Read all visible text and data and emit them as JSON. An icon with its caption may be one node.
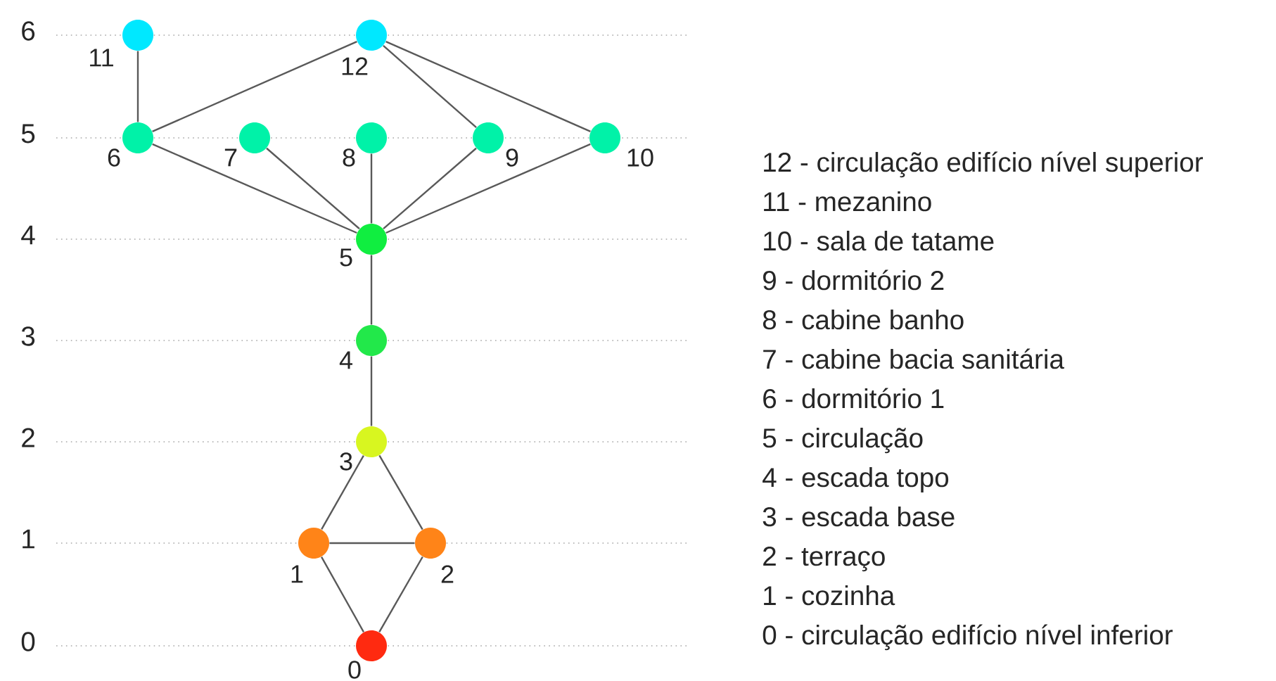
{
  "diagram": {
    "nodes": [
      {
        "text": [],
        "shape": "circle",
        "beside": [
          "0"
        ]
      },
      {
        "text": [],
        "shape": "circle",
        "beside": [
          "1"
        ]
      },
      {
        "text": [],
        "shape": "circle",
        "beside": [
          "2"
        ]
      },
      {
        "text": [],
        "shape": "circle",
        "beside": [
          "3"
        ]
      },
      {
        "text": [],
        "shape": "circle",
        "beside": [
          "4"
        ]
      },
      {
        "text": [],
        "shape": "circle",
        "beside": [
          "5"
        ]
      },
      {
        "text": [],
        "shape": "circle",
        "beside": [
          "6"
        ]
      },
      {
        "text": [],
        "shape": "circle",
        "beside": [
          "7"
        ]
      },
      {
        "text": [],
        "shape": "circle",
        "beside": [
          "8"
        ]
      },
      {
        "text": [],
        "shape": "circle",
        "beside": [
          "9"
        ]
      },
      {
        "text": [],
        "shape": "circle",
        "beside": [
          "10"
        ]
      },
      {
        "text": [],
        "shape": "circle",
        "beside": [
          "11"
        ]
      },
      {
        "text": [],
        "shape": "circle",
        "beside": [
          "12"
        ]
      }
    ],
    "edges": [
      {
        "from": 0,
        "to": 1,
        "arrow": "none"
      },
      {
        "from": 0,
        "to": 2,
        "arrow": "none"
      },
      {
        "from": 1,
        "to": 2,
        "arrow": "none"
      },
      {
        "from": 1,
        "to": 3,
        "arrow": "none"
      },
      {
        "from": 2,
        "to": 3,
        "arrow": "none"
      },
      {
        "from": 3,
        "to": 4,
        "arrow": "none"
      },
      {
        "from": 4,
        "to": 5,
        "arrow": "none"
      },
      {
        "from": 5,
        "to": 6,
        "arrow": "none"
      },
      {
        "from": 5,
        "to": 7,
        "arrow": "none"
      },
      {
        "from": 5,
        "to": 8,
        "arrow": "none"
      },
      {
        "from": 5,
        "to": 9,
        "arrow": "none"
      },
      {
        "from": 5,
        "to": 10,
        "arrow": "none"
      },
      {
        "from": 6,
        "to": 11,
        "arrow": "none"
      },
      {
        "from": 6,
        "to": 12,
        "arrow": "none"
      },
      {
        "from": 9,
        "to": 12,
        "arrow": "none"
      },
      {
        "from": 10,
        "to": 12,
        "arrow": "none"
      }
    ],
    "labels": [
      "6",
      "5",
      "4",
      "3",
      "2",
      "1",
      "0",
      "12 - circulação edifício nível superior",
      "11 - mezanino",
      "10 - sala de tatame",
      "9 - dormitório 2",
      "8 - cabine banho",
      "7 - cabine bacia sanitária",
      "6 - dormitório 1",
      "5 - circulação",
      "4 - escada topo",
      "3 - escada base",
      "2 - terraço",
      "1 - cozinha",
      "0 - circulação edifício nível inferior"
    ]
  }
}
